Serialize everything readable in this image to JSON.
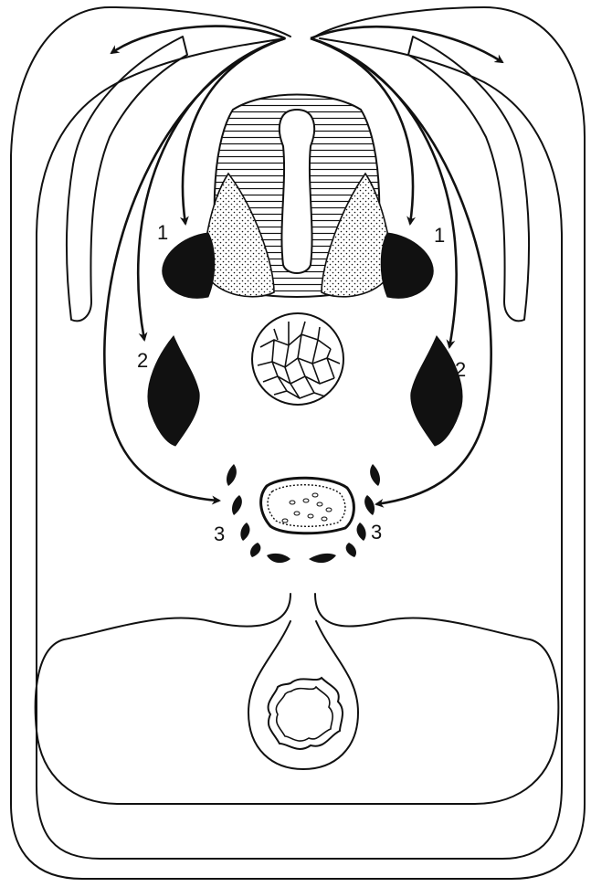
{
  "labels": {
    "left_1": "1",
    "right_1": "1",
    "left_2": "2",
    "right_2": "2",
    "left_3": "3",
    "right_3": "3"
  },
  "colors": {
    "ink": "#111111",
    "background": "#ffffff",
    "stipple": "#111111"
  }
}
